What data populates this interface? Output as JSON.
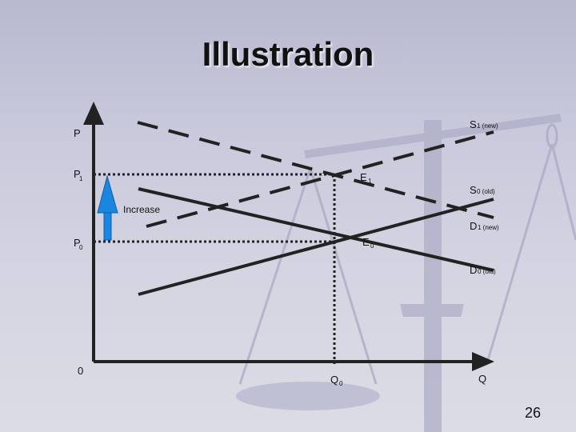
{
  "slide": {
    "title": "Illustration",
    "page_number": "26"
  },
  "diagram": {
    "y_axis_label": "P",
    "x_axis_label": "Q",
    "origin_label": "0",
    "p1_label": "P",
    "p1_sub": "1",
    "p0_label": "P",
    "p0_sub": "0",
    "q0_label": "Q",
    "q0_sub": "0",
    "e1_label": "E",
    "e1_sub": "1",
    "e0_label": "E",
    "e0_sub": "0",
    "increase_label": "Increase",
    "s1_label": "S",
    "s1_sub": "1 (new)",
    "s0_label": "S",
    "s0_sub": "0 (old)",
    "d1_label": "D",
    "d1_sub": "1 (new)",
    "d0_label": "D",
    "d0_sub": "0 (old)"
  },
  "colors": {
    "arrow": "#1a86e0",
    "lines": "#222222"
  }
}
